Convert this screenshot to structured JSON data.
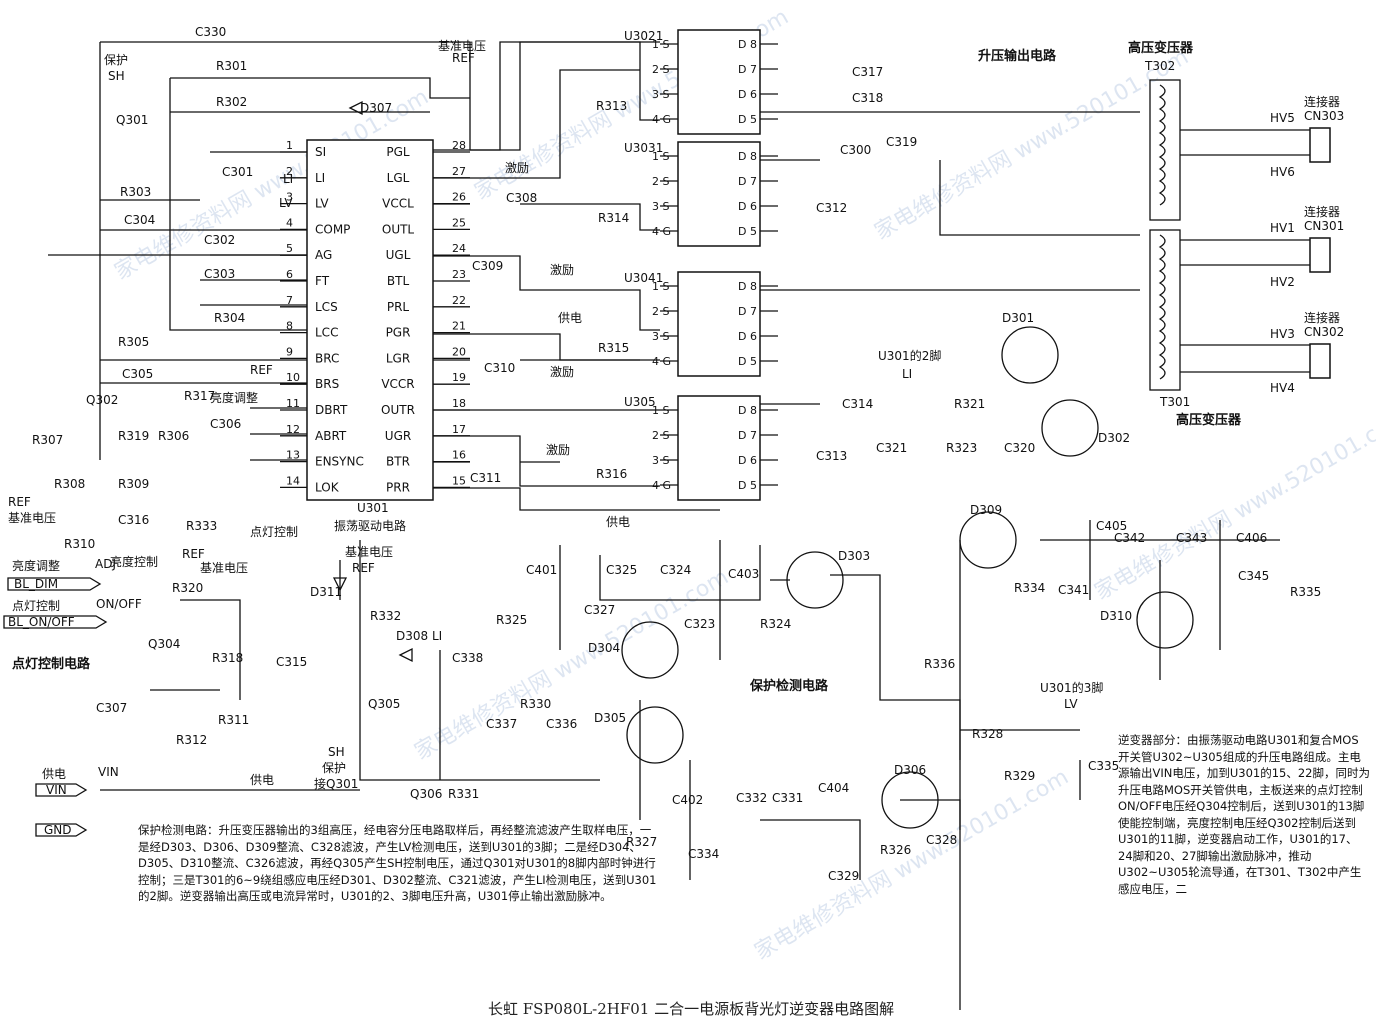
{
  "caption": "长虹 FSP080L-2HF01 二合一电源板背光灯逆变器电路图解",
  "notes": {
    "protection": "保护检测电路：升压变压器输出的3组高压，经电容分压电路取样后，再经整流滤波产生取样电压，一是经D303、D306、D309整流、C328滤波，产生LV检测电压，送到U301的3脚；二是经D304、D305、D310整流、C326滤波，再经Q305产生SH控制电压，通过Q301对U301的8脚内部时钟进行控制；三是T301的6~9绕组感应电压经D301、D302整流、C321滤波，产生LI检测电压，送到U301的2脚。逆变器输出高压或电流异常时，U301的2、3脚电压升高，U301停止输出激励脉冲。",
    "inverter": "逆变器部分：由振荡驱动电路U301和复合MOS开关管U302~U305组成的升压电路组成。主电源输出VIN电压，加到U301的15、22脚，同时为升压电路MOS开关管供电，主板送来的点灯控制ON/OFF电压经Q304控制后，送到U301的13脚使能控制端，亮度控制电压经Q302控制后送到U301的11脚，逆变器启动工作，U301的17、24脚和20、27脚输出激励脉冲，推动U302~U305轮流导通，在T301、T302中产生感应电压，二"
  },
  "ic": {
    "name": "U301",
    "function": "振荡驱动电路",
    "left_pins": [
      {
        "n": "1",
        "name": "SI"
      },
      {
        "n": "2",
        "name": "LI"
      },
      {
        "n": "3",
        "name": "LV"
      },
      {
        "n": "4",
        "name": "COMP"
      },
      {
        "n": "5",
        "name": "AG"
      },
      {
        "n": "6",
        "name": "FT"
      },
      {
        "n": "7",
        "name": "LCS"
      },
      {
        "n": "8",
        "name": "LCC"
      },
      {
        "n": "9",
        "name": "BRC"
      },
      {
        "n": "10",
        "name": "BRS"
      },
      {
        "n": "11",
        "name": "DBRT"
      },
      {
        "n": "12",
        "name": "ABRT"
      },
      {
        "n": "13",
        "name": "ENSYNC"
      },
      {
        "n": "14",
        "name": "LOK"
      }
    ],
    "right_pins": [
      {
        "n": "28",
        "name": "PGL"
      },
      {
        "n": "27",
        "name": "LGL"
      },
      {
        "n": "26",
        "name": "VCCL"
      },
      {
        "n": "25",
        "name": "OUTL"
      },
      {
        "n": "24",
        "name": "UGL"
      },
      {
        "n": "23",
        "name": "BTL"
      },
      {
        "n": "22",
        "name": "PRL"
      },
      {
        "n": "21",
        "name": "PGR"
      },
      {
        "n": "20",
        "name": "LGR"
      },
      {
        "n": "19",
        "name": "VCCR"
      },
      {
        "n": "18",
        "name": "OUTR"
      },
      {
        "n": "17",
        "name": "UGR"
      },
      {
        "n": "16",
        "name": "BTR"
      },
      {
        "n": "15",
        "name": "PRR"
      }
    ]
  },
  "mosfets": [
    {
      "name": "U3021",
      "pins_left": [
        "1 S",
        "2 S",
        "3 S",
        "4 G"
      ],
      "pins_right": [
        "D 8",
        "D 7",
        "D 6",
        "D 5"
      ]
    },
    {
      "name": "U3031",
      "pins_left": [
        "1 S",
        "2 S",
        "3 S",
        "4 G"
      ],
      "pins_right": [
        "D 8",
        "D 7",
        "D 6",
        "D 5"
      ]
    },
    {
      "name": "U3041",
      "pins_left": [
        "1 S",
        "2 S",
        "3 S",
        "4 G"
      ],
      "pins_right": [
        "D 8",
        "D 7",
        "D 6",
        "D 5"
      ]
    },
    {
      "name": "U305",
      "pins_left": [
        "1 S",
        "2 S",
        "3 S",
        "4 G"
      ],
      "pins_right": [
        "D 8",
        "D 7",
        "D 6",
        "D 5"
      ]
    }
  ],
  "section_titles": {
    "boost_output": "升压输出电路",
    "hv_transformer_top": "高压变压器",
    "hv_transformer_bottom": "高压变压器",
    "protect_detect": "保护检测电路",
    "lamp_control": "点灯控制电路",
    "brightness_adjust": "亮度调整",
    "brightness_control": "亮度控制",
    "lamp_ctrl": "点灯控制",
    "ref_voltage": "基准电压",
    "supply": "供电",
    "excitation": "激励"
  },
  "labels": {
    "protect_sh": "保护",
    "sh": "SH",
    "ref": "REF",
    "li": "LI",
    "lv": "LV",
    "vin": "VIN",
    "gnd": "GND",
    "bl_dim": "BL_DIM",
    "bl_onoff": "BL_ON/OFF",
    "onoff": "ON/OFF",
    "adj": "ADJ",
    "lamp_ctrl_in": "点灯控制",
    "brightness_in": "亮度调整",
    "u301_pin2": "U301的2脚",
    "u301_pin3": "U301的3脚",
    "protect_q301": "保护",
    "to_q301": "接Q301",
    "connector": "连接器",
    "t302": "T302",
    "t301": "T301"
  },
  "connectors": [
    {
      "name": "CN303",
      "hv": [
        "HV5",
        "HV6"
      ]
    },
    {
      "name": "CN301",
      "hv": [
        "HV1",
        "HV2"
      ]
    },
    {
      "name": "CN302",
      "hv": [
        "HV3",
        "HV4"
      ]
    }
  ],
  "components": {
    "caps": [
      "C330",
      "C301",
      "C302",
      "C303",
      "C304",
      "C305",
      "C306",
      "C307",
      "C308",
      "C309",
      "C310",
      "C311",
      "C312",
      "C313",
      "C314",
      "C300",
      "C315",
      "C316",
      "C317",
      "C318",
      "C319",
      "C320",
      "C321",
      "C323",
      "C324",
      "C325",
      "C327",
      "C331",
      "C332",
      "C334",
      "C335",
      "C336",
      "C337",
      "C338",
      "C341",
      "C342",
      "C343",
      "C345",
      "C401",
      "C402",
      "C403",
      "C404",
      "C405",
      "C406",
      "C328",
      "C329"
    ],
    "resistors": [
      "R301",
      "R302",
      "R303",
      "R304",
      "R305",
      "R306",
      "R307",
      "R308",
      "R309",
      "R310",
      "R311",
      "R312",
      "R313",
      "R314",
      "R315",
      "R316",
      "R317",
      "R318",
      "R319",
      "R320",
      "R321",
      "R323",
      "R324",
      "R325",
      "R326",
      "R327",
      "R328",
      "R329",
      "R330",
      "R331",
      "R332",
      "R333",
      "R334",
      "R335",
      "R336"
    ],
    "diodes": [
      "D301",
      "D302",
      "D303",
      "D304",
      "D305",
      "D306",
      "D307",
      "D308",
      "D309",
      "D310",
      "D311"
    ],
    "transistors": [
      "Q301",
      "Q302",
      "Q304",
      "Q305",
      "Q306"
    ]
  },
  "watermark": "家电维修资料网 www.520101.com"
}
